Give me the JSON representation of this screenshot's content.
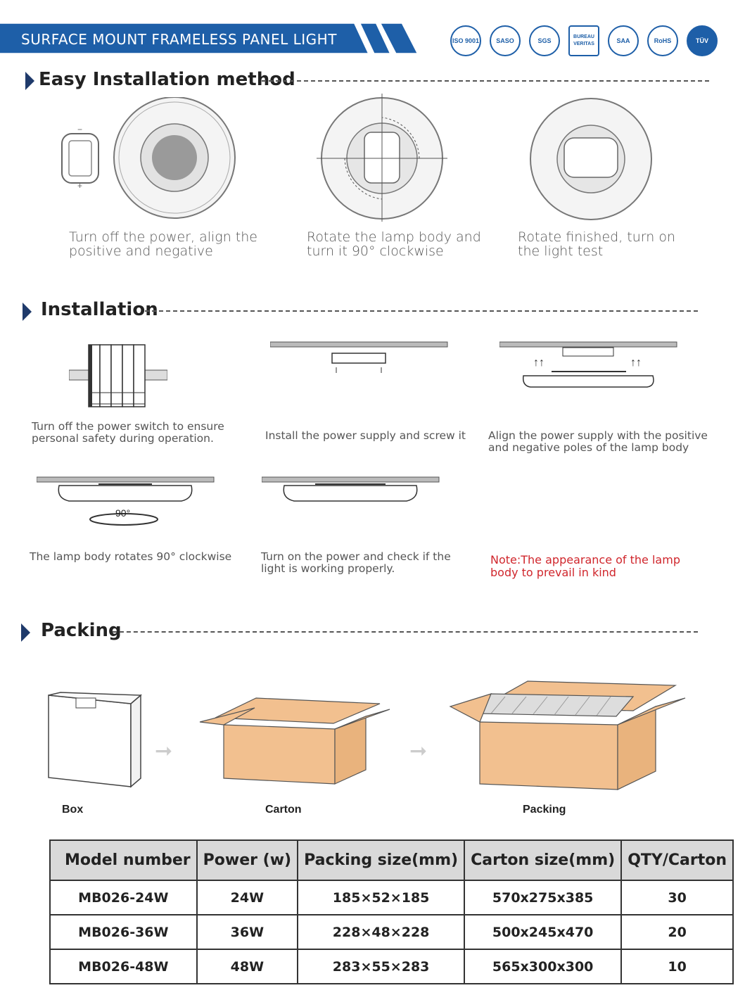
{
  "header": {
    "title": "SURFACE MOUNT FRAMELESS PANEL LIGHT",
    "brand_color": "#1e5fa8",
    "certifications": [
      "ISO 9001",
      "SASO",
      "SGS",
      "BUREAU VERITAS",
      "SAA",
      "RoHS",
      "TÜV"
    ]
  },
  "sections": {
    "easy_install": {
      "title": "Easy Installation method",
      "steps": [
        {
          "line1": "Turn off the power, align the",
          "line2": "positive and negative"
        },
        {
          "line1": "Rotate the lamp body and",
          "line2": "turn it 90° clockwise"
        },
        {
          "line1": "Rotate finished, turn on",
          "line2": "the light test"
        }
      ]
    },
    "installation": {
      "title": "Installation",
      "steps": [
        {
          "line1": "Turn off the power switch to ensure",
          "line2": "personal safety during operation."
        },
        {
          "line1": "Install the power supply and screw it",
          "line2": ""
        },
        {
          "line1": "Align the power supply with the positive",
          "line2": "and negative poles of the lamp body"
        },
        {
          "line1": "The lamp body rotates 90° clockwise",
          "line2": ""
        },
        {
          "line1": "Turn on the power and check if the",
          "line2": "light is working properly."
        }
      ],
      "rotation_label": "90°",
      "note": {
        "line1": "Note:The appearance of the lamp",
        "line2": "body to prevail in kind"
      }
    },
    "packing": {
      "title": "Packing",
      "labels": [
        "Box",
        "Carton",
        "Packing"
      ]
    }
  },
  "table": {
    "headers": [
      "Model number",
      "Power (w)",
      "Packing size(mm)",
      "Carton size(mm)",
      "QTY/Carton"
    ],
    "rows": [
      [
        "MB026-24W",
        "24W",
        "185×52×185",
        "570x275x385",
        "30"
      ],
      [
        "MB026-36W",
        "36W",
        "228×48×228",
        "500x245x470",
        "20"
      ],
      [
        "MB026-48W",
        "48W",
        "283×55×283",
        "565x300x300",
        "10"
      ]
    ]
  },
  "colors": {
    "accent": "#1e5fa8",
    "note": "#d0262c",
    "carton": "#f2c08f"
  }
}
